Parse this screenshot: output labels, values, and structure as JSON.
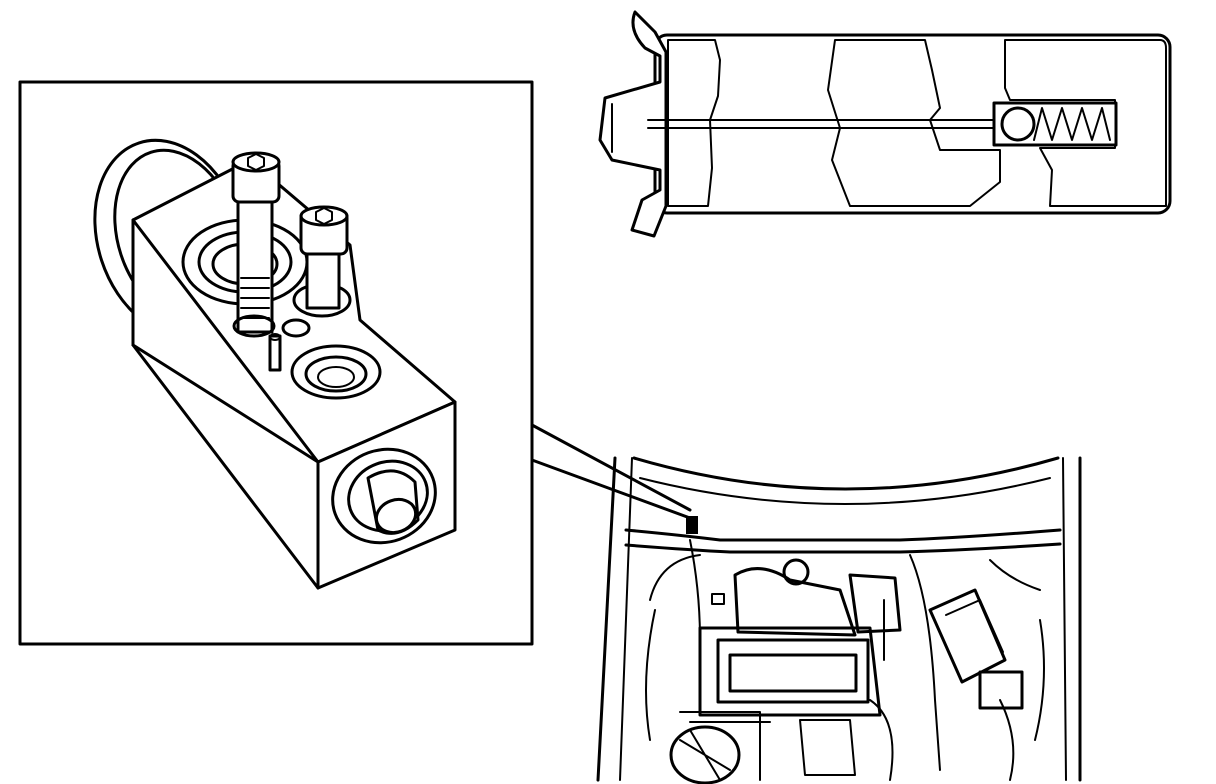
{
  "figure": {
    "panels": [
      {
        "id": "expansion-valve-detail",
        "icon": "expansion-valve-block-icon"
      },
      {
        "id": "valve-cross-section",
        "icon": "valve-cross-section-icon"
      },
      {
        "id": "engine-bay-location",
        "icon": "engine-bay-icon"
      }
    ],
    "colors": {
      "ink": "#000000",
      "paper": "#ffffff"
    }
  }
}
